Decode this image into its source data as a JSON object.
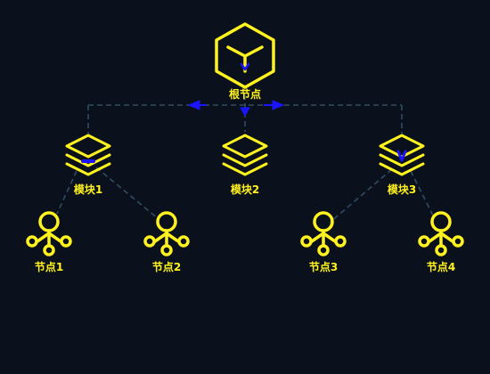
{
  "colors": {
    "background": "#0b111c",
    "accent": "#fff21e",
    "connector": "#2f4d62",
    "marker": "#1a14ff"
  },
  "root": {
    "label": "根节点",
    "icon": "cube-icon"
  },
  "modules": [
    {
      "label": "模块1",
      "icon": "layers-icon"
    },
    {
      "label": "模块2",
      "icon": "layers-icon"
    },
    {
      "label": "模块3",
      "icon": "layers-icon"
    }
  ],
  "nodes": [
    {
      "label": "节点1",
      "icon": "network-node-icon"
    },
    {
      "label": "节点2",
      "icon": "network-node-icon"
    },
    {
      "label": "节点3",
      "icon": "network-node-icon"
    },
    {
      "label": "节点4",
      "icon": "network-node-icon"
    }
  ]
}
